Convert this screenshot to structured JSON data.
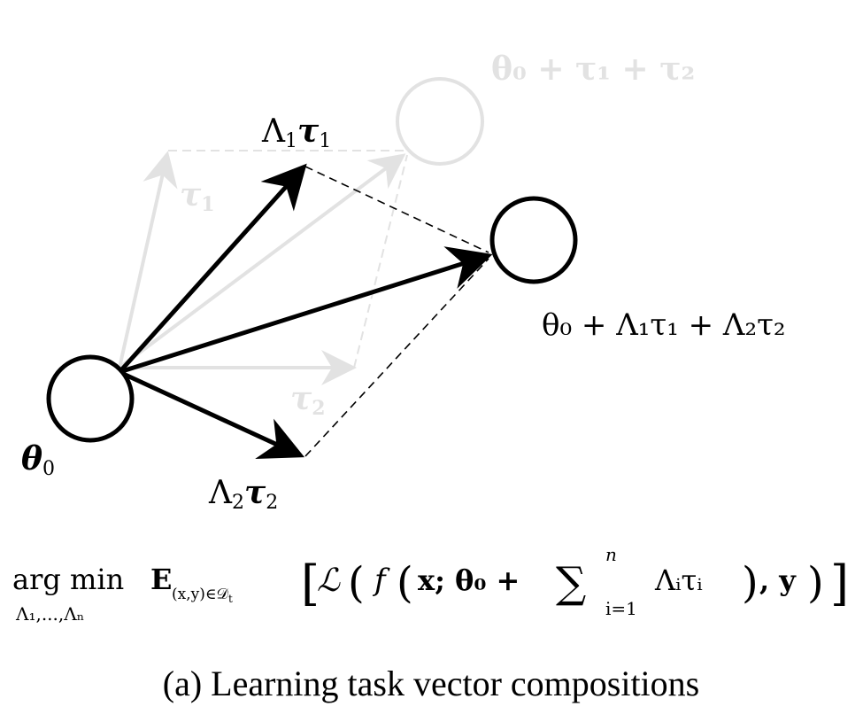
{
  "diagram": {
    "labels": {
      "theta0": "θ",
      "theta0_sub": "0",
      "tau1_faint": "τ",
      "tau1_faint_sub": "1",
      "tau2_faint": "τ",
      "tau2_faint_sub": "2",
      "lambda1_tau1": "Λ",
      "lambda1_tau1_sub_a": "1",
      "lambda1_tau1_tau": "τ",
      "lambda1_tau1_sub_b": "1",
      "lambda2_tau2": "Λ",
      "lambda2_tau2_sub_a": "2",
      "lambda2_tau2_tau": "τ",
      "lambda2_tau2_sub_b": "2",
      "sum_faint": "θ₀ + τ₁ + τ₂",
      "result": "θ₀ + Λ₁τ₁ + Λ₂τ₂"
    },
    "equation": {
      "argmin": "arg min",
      "argmin_sub": "Λ₁,...,Λₙ",
      "expectation": "E",
      "expectation_sub": "(x,y)∈𝒟",
      "expectation_sub_t": "t",
      "bracket_open": "[",
      "loss": "ℒ",
      "paren_open_1": "(",
      "f": "f",
      "paren_open_2": "(",
      "body_a": "x; θ₀ +",
      "sum": "∑",
      "sum_top": "n",
      "sum_bottom": "i=1",
      "body_b": "Λᵢτᵢ",
      "paren_close_2": ")",
      "comma_y": ", y",
      "paren_close_1": ")",
      "bracket_close": "]"
    },
    "caption": "(a) Learning task vector compositions"
  },
  "colors": {
    "ink": "#000000",
    "faint": "#e2e2e2"
  }
}
